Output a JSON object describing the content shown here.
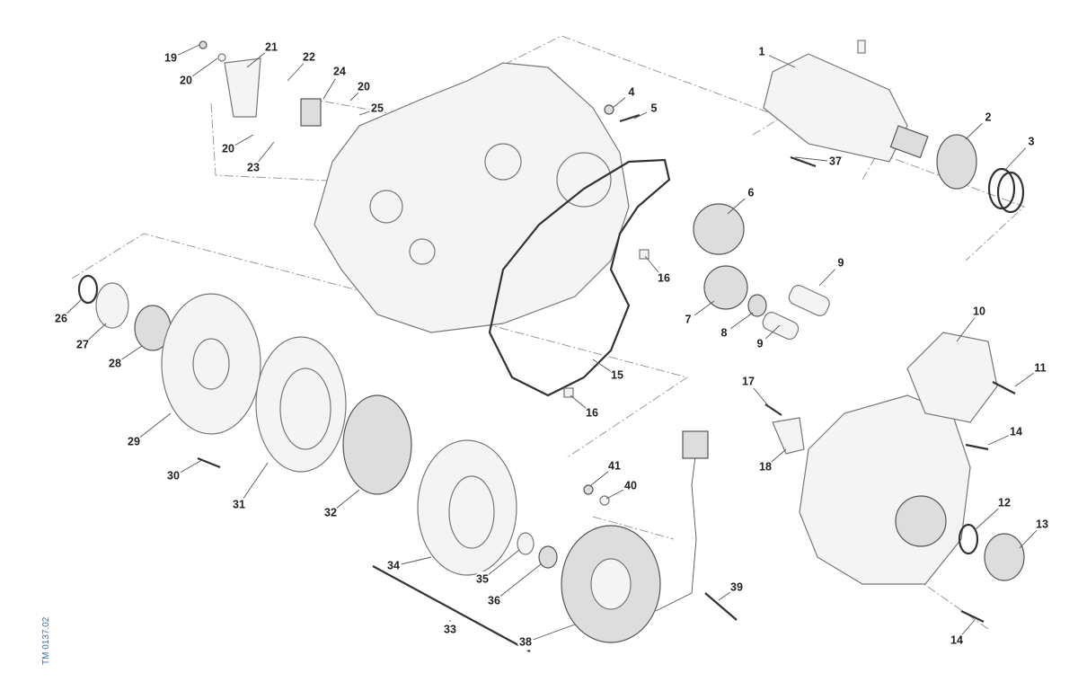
{
  "diagram_code": "TM 0137.02",
  "callouts": [
    "1",
    "2",
    "3",
    "4",
    "5",
    "6",
    "7",
    "8",
    "9",
    "9",
    "10",
    "11",
    "12",
    "13",
    "14",
    "14",
    "15",
    "16",
    "16",
    "17",
    "18",
    "19",
    "20",
    "21",
    "22",
    "24",
    "20",
    "25",
    "20",
    "23",
    "26",
    "27",
    "28",
    "29",
    "30",
    "31",
    "32",
    "33",
    "34",
    "35",
    "36",
    "37",
    "38",
    "39",
    "40",
    "41"
  ]
}
